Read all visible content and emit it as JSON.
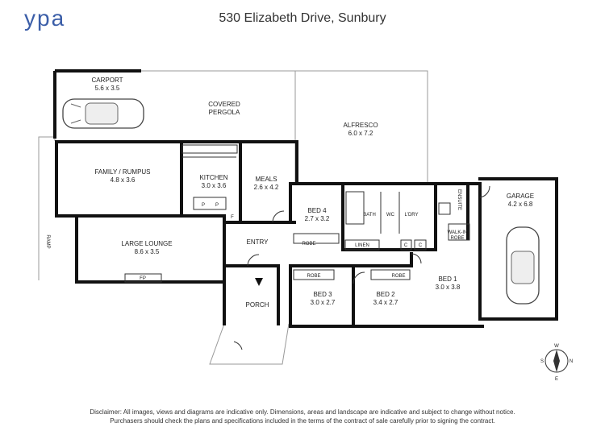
{
  "header": {
    "logo_text": "ypa",
    "logo_color": "#3b5ea8",
    "title": "530 Elizabeth Drive, Sunbury"
  },
  "rooms": {
    "carport": {
      "name": "CARPORT",
      "dims": "5.6 x 3.5"
    },
    "pergola": {
      "name_line1": "COVERED",
      "name_line2": "PERGOLA"
    },
    "alfresco": {
      "name": "ALFRESCO",
      "dims": "6.0 x 7.2"
    },
    "family": {
      "name": "FAMILY / RUMPUS",
      "dims": "4.8 x 3.6"
    },
    "kitchen": {
      "name": "KITCHEN",
      "dims": "3.0 x 3.6"
    },
    "meals": {
      "name": "MEALS",
      "dims": "2.6 x 4.2"
    },
    "bed4": {
      "name": "BED 4",
      "dims": "2.7 x 3.2"
    },
    "bath": {
      "name": "BATH"
    },
    "wc": {
      "name": "WC"
    },
    "ldry": {
      "name": "L'DRY"
    },
    "ensuite": {
      "name": "ENSUITE"
    },
    "garage": {
      "name": "GARAGE",
      "dims": "4.2 x 6.8"
    },
    "lounge": {
      "name": "LARGE LOUNGE",
      "dims": "8.6 x 3.5"
    },
    "entry": {
      "name": "ENTRY"
    },
    "bed1": {
      "name": "BED 1",
      "dims": "3.0 x 3.8"
    },
    "bed3": {
      "name": "BED 3",
      "dims": "3.0 x 2.7"
    },
    "bed2": {
      "name": "BED 2",
      "dims": "3.4 x 2.7"
    },
    "porch": {
      "name": "PORCH"
    }
  },
  "fixtures": {
    "robe": "ROBE",
    "linen": "LINEN",
    "cupboard": "C",
    "walkin_line1": "WALK-IN",
    "walkin_line2": "ROBE",
    "fp": "FP",
    "pantry": "P",
    "fridge": "F",
    "ramp": "RAMP"
  },
  "compass": {
    "n": "N",
    "e": "E",
    "w": "W",
    "s": "S"
  },
  "disclaimer": {
    "line1": "Disclaimer: All images, views and diagrams are indicative only. Dimensions, areas and landscape are indicative and subject to change without notice.",
    "line2": "Purchasers should check the plans and specifications included in the terms of the contract of sale carefully prior to signing the contract."
  }
}
